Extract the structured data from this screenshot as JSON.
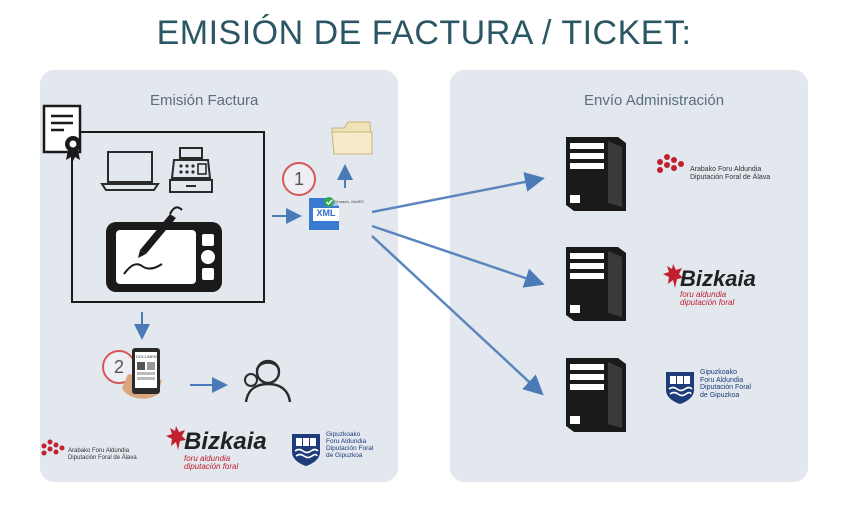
{
  "title": "EMISIÓN DE FACTURA / TICKET:",
  "panels": {
    "left_label": "Emisión Factura",
    "right_label": "Envío Administración"
  },
  "steps": {
    "one": "1",
    "two": "2"
  },
  "file_icon": {
    "label": "XML",
    "badge": "Firmado, XAdES"
  },
  "phone_screen": {
    "label": "DOCUMENT"
  },
  "logos": {
    "alava": {
      "line1": "Arabako Foru Aldundia",
      "line2": "Diputación Foral de Álava"
    },
    "bizkaia": {
      "name": "Bizkaia",
      "line1": "foru aldundia",
      "line2": "diputación foral"
    },
    "gipuzkoa": {
      "line1": "Gipuzkoako",
      "line2": "Foru Aldundia",
      "line3": "Diputación Foral",
      "line4": "de Gipuzkoa"
    }
  },
  "colors": {
    "title": "#2b5664",
    "panel": "#e3e7ee",
    "arrow": "#4a7bb7",
    "accent_red": "#c2202f"
  }
}
